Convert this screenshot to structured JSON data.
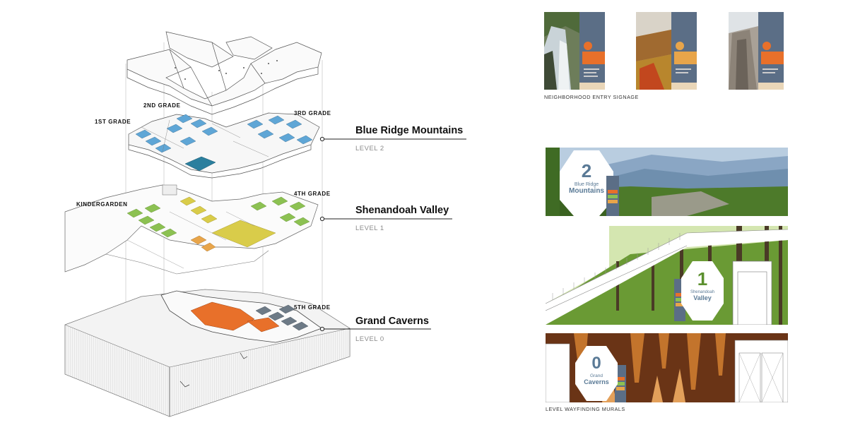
{
  "grade_labels": {
    "second": "2ND GRADE",
    "first": "1ST GRADE",
    "third": "3RD GRADE",
    "kinder": "KINDERGARDEN",
    "fourth": "4TH GRADE",
    "fifth": "5TH GRADE"
  },
  "levels": [
    {
      "title": "Blue Ridge Mountains",
      "sub": "LEVEL 2"
    },
    {
      "title": "Shenandoah Valley",
      "sub": "LEVEL 1"
    },
    {
      "title": "Grand Caverns",
      "sub": "LEVEL 0"
    }
  ],
  "captions": {
    "entry": "NEIGHBORHOOD ENTRY SIGNAGE",
    "murals": "LEVEL WAYFINDING MURALS"
  },
  "murals": [
    {
      "number": "2",
      "line1": "Blue Ridge",
      "line2": "Mountains"
    },
    {
      "number": "1",
      "line1": "Shenandoah",
      "line2": "Valley"
    },
    {
      "number": "0",
      "line1": "Grand",
      "line2": "Caverns"
    }
  ],
  "colors": {
    "level2": "#5fa6d6",
    "level1": "#8cc152",
    "level0": "#e8702a",
    "sign_blue": "#5a7a96"
  }
}
